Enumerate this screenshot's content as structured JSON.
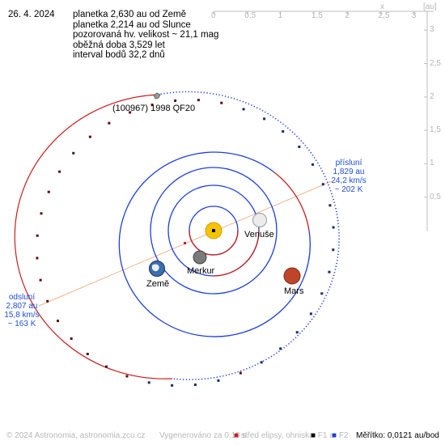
{
  "header": {
    "date": "26. 4. 2024",
    "info_lines": [
      "planetka 2,630 au od Země",
      "planetka 2,214 au od Slunce",
      "pozorovaná hv. velikost ~ 21,1 mag",
      "oběžná doba 3,529 let",
      "interval bodů 32,2 dnů"
    ]
  },
  "axes": {
    "x_label": "x",
    "unit_label": "[au]",
    "x_ticks": [
      "0",
      "0,5",
      "1",
      "1,5",
      "2",
      "2,5",
      "3"
    ],
    "y_ticks": [
      "0,5",
      "1",
      "1,5",
      "2",
      "2,5",
      "3"
    ]
  },
  "asteroid": {
    "name": "(100967) 1998 QF20"
  },
  "planets": [
    {
      "name": "Venuše",
      "color": "#e8e8e8"
    },
    {
      "name": "Merkur",
      "color": "#8a8a8a"
    },
    {
      "name": "Země",
      "color": "#3a6fb0"
    },
    {
      "name": "Mars",
      "color": "#c0442a"
    }
  ],
  "perihelion": {
    "title": "přísluní",
    "distance": "1,829 au",
    "speed": "24,2 km/s",
    "temp": "~ 202 K"
  },
  "aphelion": {
    "title": "odsluní",
    "distance": "2,807 au",
    "speed": "15,8 km/s",
    "temp": "~ 163 K"
  },
  "footer": {
    "copyright": "© 2024 Astronomia, astronomia.zcu.cz",
    "generated": "Vygenerováno za 0,10 s",
    "legend_center": "střed elipsy, ohniska",
    "legend_f1": "F1 a",
    "legend_f2": "F2",
    "scale": "Měřítko: 0,0121 au/bod"
  },
  "colors": {
    "orbit_blue": "#1d3fd8",
    "orbit_red": "#c81e1e",
    "sun": "#f5c400",
    "apsis_line": "#f4b48a",
    "label_blue": "#1f4fd6"
  }
}
